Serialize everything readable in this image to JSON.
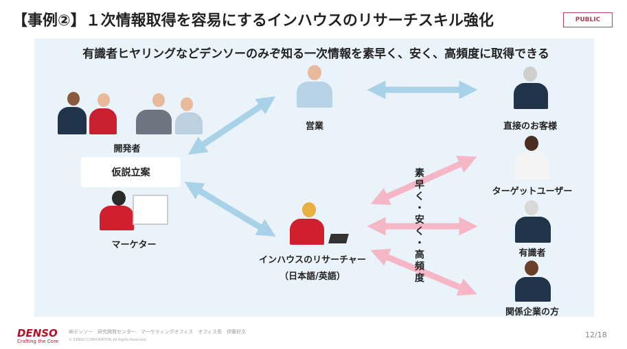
{
  "header": {
    "title": "【事例②】１次情報取得を容易にするインハウスのリサーチスキル強化",
    "badge": "PUBLIC"
  },
  "main": {
    "subtitle": "有識者ヒヤリングなどデンソーのみぞ知る一次情報を素早く、安く、高頻度に取得できる",
    "developer": "開発者",
    "hypothesis": "仮説立案",
    "marketer": "マーケター",
    "sales": "営業",
    "researcher": "インハウスのリサーチャー",
    "researcher_lang": "（日本語/英語）",
    "direct_customer": "直接のお客様",
    "target_user": "ターゲットユーザー",
    "expert": "有識者",
    "related_company": "関係企業の方",
    "vertical_text": "素早く・安く・高頻度"
  },
  "footer": {
    "logo": "DENSO",
    "tagline": "Crafting the Core",
    "org": "㈱デンソー　研究開発センター　マーケティングオフィス　オフィス長　伊藤好文",
    "copyright": "© DENSO CORPORATION All Rights Reserved.",
    "page": "12/18"
  },
  "colors": {
    "panel": "#e9f3f9",
    "blue_arrow": "#a8d2e8",
    "pink_arrow": "#f5b6c6",
    "brand": "#b0102a"
  }
}
